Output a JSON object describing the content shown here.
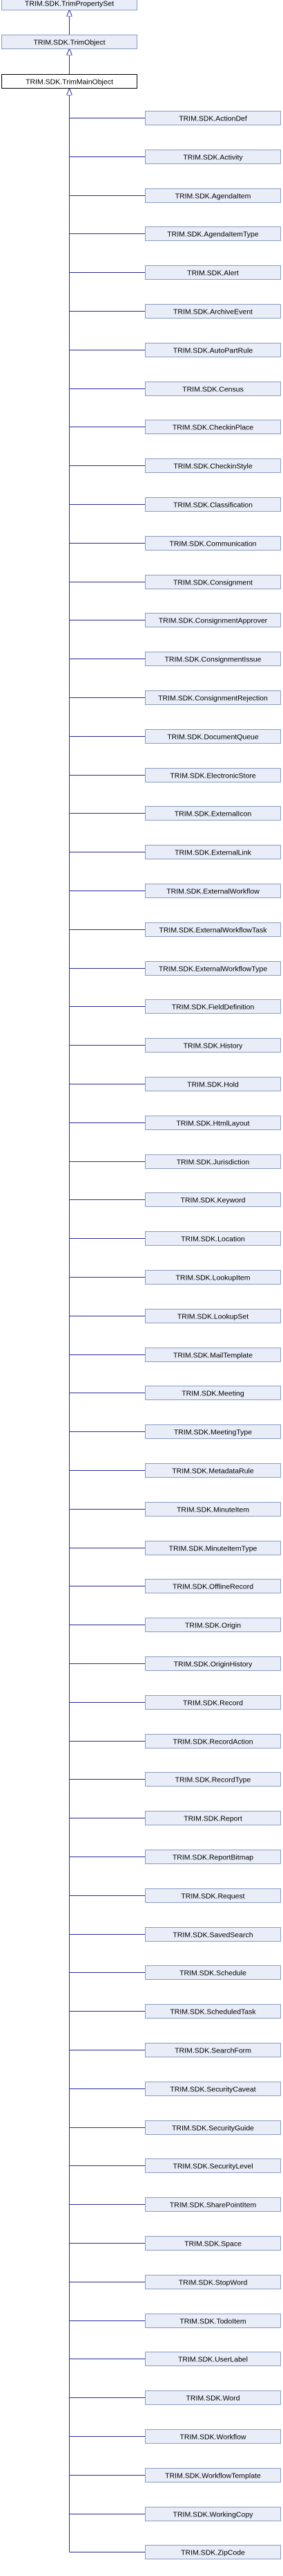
{
  "colors": {
    "base_fill": "#E8EDF8",
    "base_border": "#8A9CC4",
    "current_fill": "#FFFFFF",
    "current_border": "#000000",
    "derived_fill": "#E8EDF8",
    "derived_border": "#8A9CC4",
    "edge": "#2A2A9A",
    "label": "#000000"
  },
  "hierarchy": {
    "bases": [
      "TRIM.SDK.TrimPropertySet",
      "TRIM.SDK.TrimObject"
    ],
    "current": "TRIM.SDK.TrimMainObject",
    "derived": [
      "TRIM.SDK.ActionDef",
      "TRIM.SDK.Activity",
      "TRIM.SDK.AgendaItem",
      "TRIM.SDK.AgendaItemType",
      "TRIM.SDK.Alert",
      "TRIM.SDK.ArchiveEvent",
      "TRIM.SDK.AutoPartRule",
      "TRIM.SDK.Census",
      "TRIM.SDK.CheckinPlace",
      "TRIM.SDK.CheckinStyle",
      "TRIM.SDK.Classification",
      "TRIM.SDK.Communication",
      "TRIM.SDK.Consignment",
      "TRIM.SDK.ConsignmentApprover",
      "TRIM.SDK.ConsignmentIssue",
      "TRIM.SDK.ConsignmentRejection",
      "TRIM.SDK.DocumentQueue",
      "TRIM.SDK.ElectronicStore",
      "TRIM.SDK.ExternalIcon",
      "TRIM.SDK.ExternalLink",
      "TRIM.SDK.ExternalWorkflow",
      "TRIM.SDK.ExternalWorkflowTask",
      "TRIM.SDK.ExternalWorkflowType",
      "TRIM.SDK.FieldDefinition",
      "TRIM.SDK.History",
      "TRIM.SDK.Hold",
      "TRIM.SDK.HtmlLayout",
      "TRIM.SDK.Jurisdiction",
      "TRIM.SDK.Keyword",
      "TRIM.SDK.Location",
      "TRIM.SDK.LookupItem",
      "TRIM.SDK.LookupSet",
      "TRIM.SDK.MailTemplate",
      "TRIM.SDK.Meeting",
      "TRIM.SDK.MeetingType",
      "TRIM.SDK.MetadataRule",
      "TRIM.SDK.MinuteItem",
      "TRIM.SDK.MinuteItemType",
      "TRIM.SDK.OfflineRecord",
      "TRIM.SDK.Origin",
      "TRIM.SDK.OriginHistory",
      "TRIM.SDK.Record",
      "TRIM.SDK.RecordAction",
      "TRIM.SDK.RecordType",
      "TRIM.SDK.Report",
      "TRIM.SDK.ReportBitmap",
      "TRIM.SDK.Request",
      "TRIM.SDK.SavedSearch",
      "TRIM.SDK.Schedule",
      "TRIM.SDK.ScheduledTask",
      "TRIM.SDK.SearchForm",
      "TRIM.SDK.SecurityCaveat",
      "TRIM.SDK.SecurityGuide",
      "TRIM.SDK.SecurityLevel",
      "TRIM.SDK.SharePointItem",
      "TRIM.SDK.Space",
      "TRIM.SDK.StopWord",
      "TRIM.SDK.TodoItem",
      "TRIM.SDK.UserLabel",
      "TRIM.SDK.Word",
      "TRIM.SDK.Workflow",
      "TRIM.SDK.WorkflowTemplate",
      "TRIM.SDK.WorkingCopy",
      "TRIM.SDK.ZipCode"
    ]
  }
}
